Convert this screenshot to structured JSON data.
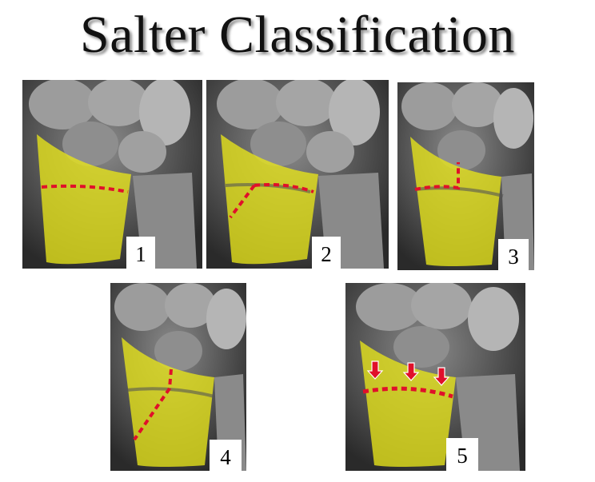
{
  "title": "Salter Classification",
  "panels": [
    {
      "label": "1"
    },
    {
      "label": "2"
    },
    {
      "label": "3"
    },
    {
      "label": "4"
    },
    {
      "label": "5"
    }
  ],
  "colors": {
    "overlay": "#e8e619",
    "fracture": "#e0102a",
    "arrow": "#e0102a",
    "background": "#ffffff"
  }
}
